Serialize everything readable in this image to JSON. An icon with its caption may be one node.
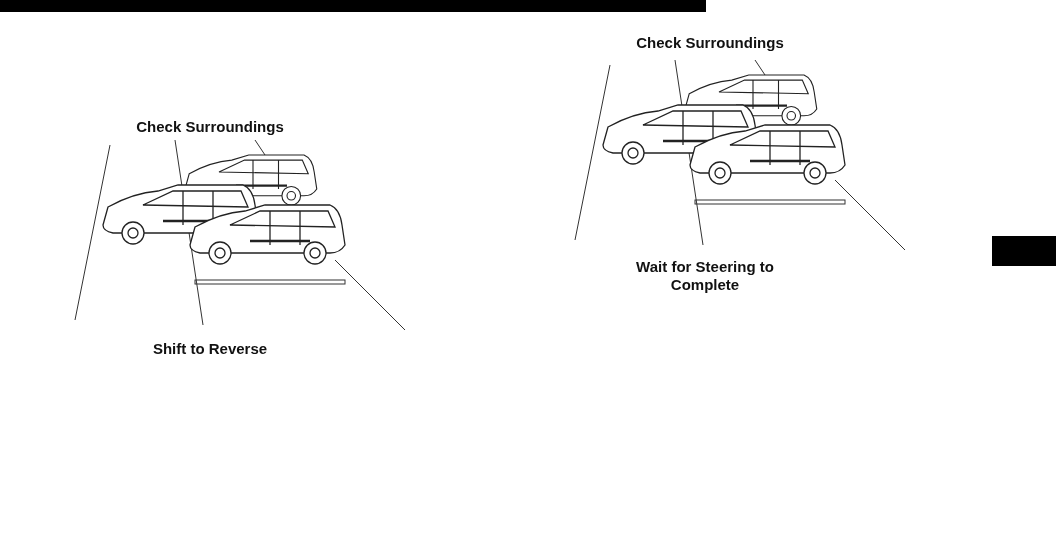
{
  "diagram": {
    "labels": [
      "Check Surroundings",
      "Shift to Reverse",
      "Check Surroundings",
      "Wait for Steering to Complete"
    ]
  }
}
